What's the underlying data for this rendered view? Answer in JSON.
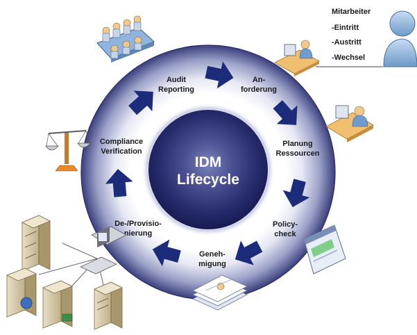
{
  "center": {
    "line1": "IDM",
    "line2": "Lifecycle"
  },
  "stages": [
    {
      "id": "anforderung",
      "lines": [
        "An-",
        "forderung"
      ]
    },
    {
      "id": "planung",
      "lines": [
        "Planung",
        "Ressourcen"
      ]
    },
    {
      "id": "policy",
      "lines": [
        "Policy-",
        "check"
      ]
    },
    {
      "id": "genehmigung",
      "lines": [
        "Geneh-",
        "migung"
      ]
    },
    {
      "id": "provisionierung",
      "lines": [
        "De-/Provisio-",
        "nierung"
      ]
    },
    {
      "id": "compliance",
      "lines": [
        "Compliance",
        "Verification"
      ]
    },
    {
      "id": "audit",
      "lines": [
        "Audit",
        "Reporting"
      ]
    }
  ],
  "employee_note": {
    "title": "Mitarbeiter",
    "items": [
      "-Eintritt",
      "-Austritt",
      "-Wechsel"
    ]
  },
  "colors": {
    "ring_outer": "#2a2f6e",
    "ring_mid": "#9aa0c6",
    "ring_light": "#f4f5fa",
    "core_dark": "#1d2160",
    "arrow": "#1c2b7a",
    "accent_orange": "#e88a2a"
  }
}
